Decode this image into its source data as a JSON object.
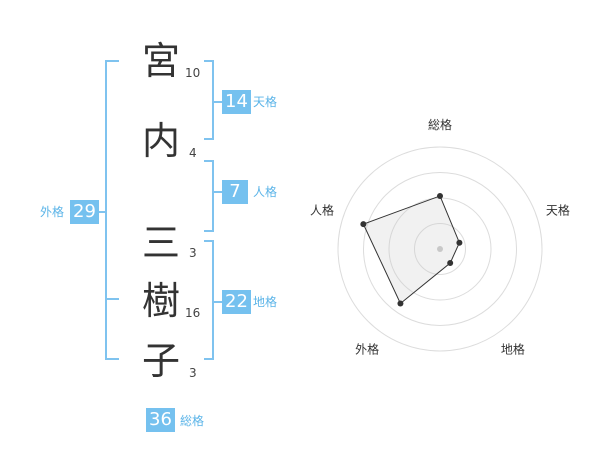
{
  "name_chars": [
    {
      "char": "宮",
      "strokes": "10"
    },
    {
      "char": "内",
      "strokes": "4"
    },
    {
      "char": "三",
      "strokes": "3"
    },
    {
      "char": "樹",
      "strokes": "16"
    },
    {
      "char": "子",
      "strokes": "3"
    }
  ],
  "fortunes": {
    "tenkaku": {
      "value": "14",
      "label": "天格"
    },
    "jinkaku": {
      "value": "7",
      "label": "人格"
    },
    "chikaku": {
      "value": "22",
      "label": "地格"
    },
    "gaikaku": {
      "value": "29",
      "label": "外格"
    },
    "soukaku": {
      "value": "36",
      "label": "総格"
    }
  },
  "colors": {
    "accent": "#75c1ef",
    "bracket": "#7fc3ef",
    "label": "#5bb4e8"
  },
  "chart_data": {
    "type": "radar",
    "axes": [
      "総格",
      "天格",
      "地格",
      "外格",
      "人格"
    ],
    "values": [
      0.52,
      0.2,
      0.17,
      0.66,
      0.79
    ],
    "max": 1,
    "rings": 4,
    "grid": true
  }
}
